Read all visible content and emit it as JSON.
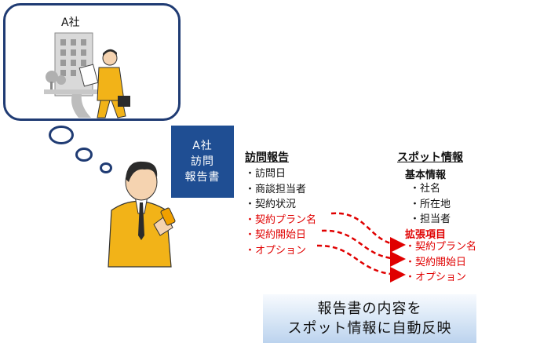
{
  "company_scene": {
    "label": "A社"
  },
  "report_box": {
    "lines": [
      "A社",
      "訪問",
      "報告書"
    ]
  },
  "visit_report": {
    "title": "訪問報告",
    "items": [
      "・訪問日",
      "・商談担当者",
      "・契約状況"
    ],
    "mapped_items": [
      "・契約プラン名",
      "・契約開始日",
      "・オプション"
    ]
  },
  "spot_info": {
    "title": "スポット情報",
    "basic_heading": "基本情報",
    "basic_items": [
      "・社名",
      "・所在地",
      "・担当者"
    ],
    "extended_heading": "拡張項目",
    "extended_items": [
      "・契約プラン名",
      "・契約開始日",
      "・オプション"
    ]
  },
  "banner": {
    "lines": [
      "報告書の内容を",
      "スポット情報に自動反映"
    ]
  },
  "colors": {
    "navy": "#1f3b73",
    "box_blue": "#1f4e93",
    "highlight_red": "#e00000",
    "suit_yellow": "#f2b318"
  }
}
